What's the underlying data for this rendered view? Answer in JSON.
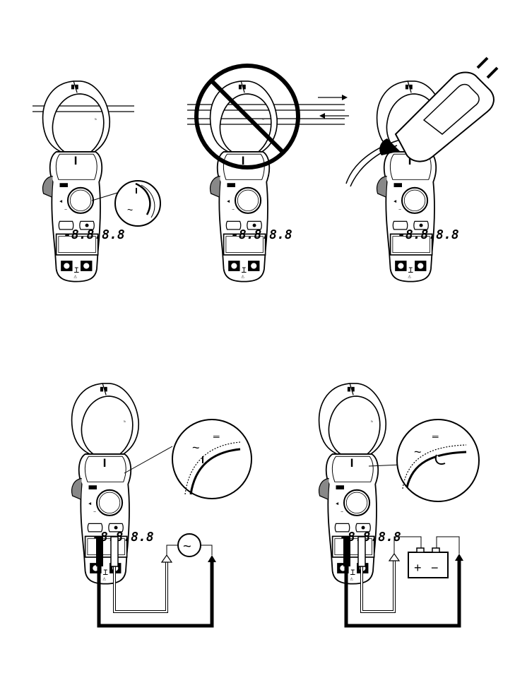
{
  "figures": [
    {
      "name": "clamp-single-conductor",
      "prohibited": false,
      "zoom_inset": true,
      "display": "-8.8.8.8"
    },
    {
      "name": "clamp-two-conductors-prohibited",
      "prohibited": true,
      "zoom_inset": false,
      "display": "-8.8.8.8"
    },
    {
      "name": "clamp-line-splitter",
      "prohibited": false,
      "zoom_inset": false,
      "display": "-8.8.8.8"
    },
    {
      "name": "ac-voltage-measurement",
      "source_symbol": "~",
      "display": "-8.8.8.8"
    },
    {
      "name": "dc-voltage-measurement",
      "battery_plus": "+",
      "battery_minus": "−",
      "display": "-8.8.8.8"
    }
  ],
  "dial_inset_ac": {
    "symbol_ac": "~",
    "symbol_dc": "═"
  },
  "dial_inset_dc": {
    "symbol_ac": "~",
    "symbol_dc": "═"
  },
  "colors": {
    "ink": "#000000",
    "paper": "#ffffff",
    "mid_gray": "#888888",
    "test_lead_red_grayscale": "#bbbbbb"
  }
}
